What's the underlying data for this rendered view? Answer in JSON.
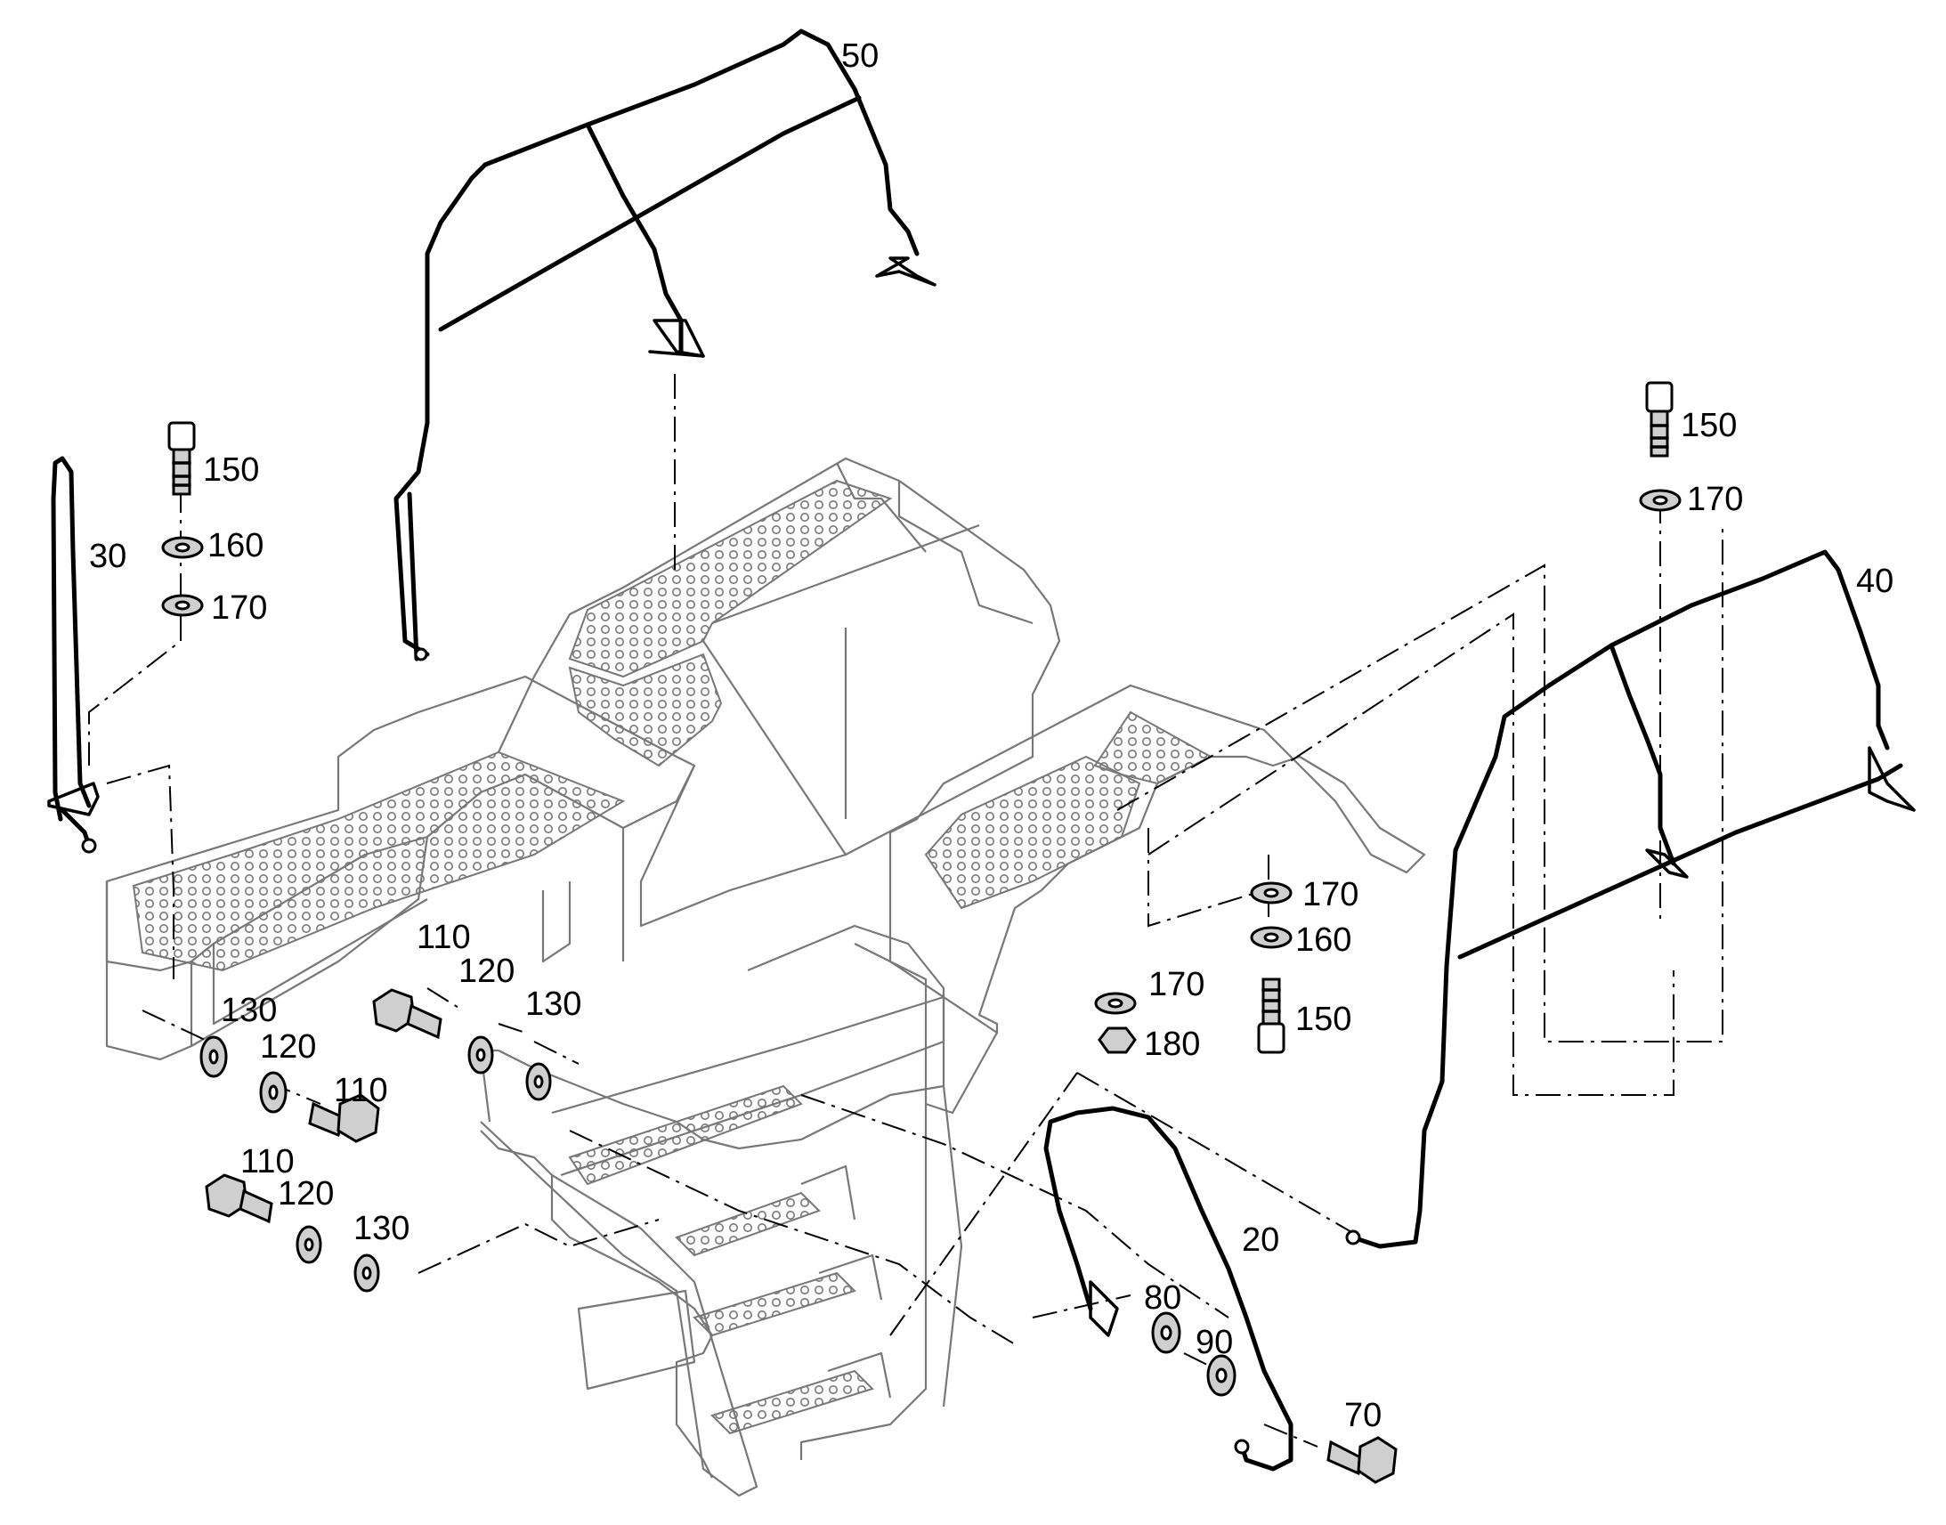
{
  "diagram": {
    "callouts": {
      "c20": "20",
      "c30": "30",
      "c40": "40",
      "c50": "50",
      "c70": "70",
      "c80": "80",
      "c90": "90",
      "c110a": "110",
      "c110b": "110",
      "c110c": "110",
      "c120a": "120",
      "c120b": "120",
      "c120c": "120",
      "c130a": "130",
      "c130b": "130",
      "c130c": "130",
      "c150a": "150",
      "c150b": "150",
      "c150c": "150",
      "c160a": "160",
      "c160b": "160",
      "c170a": "170",
      "c170b": "170",
      "c170c": "170",
      "c170d": "170",
      "c180": "180"
    }
  }
}
